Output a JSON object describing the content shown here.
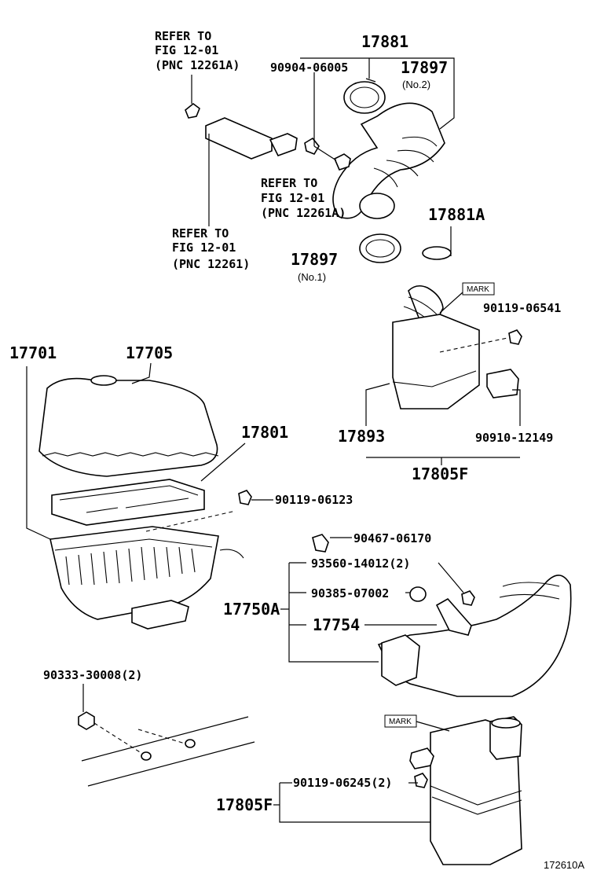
{
  "refer_upper_left": {
    "line1": "REFER TO",
    "line2": "FIG 12-01",
    "line3": "(PNC 12261A)"
  },
  "refer_mid": {
    "line1": "REFER TO",
    "line2": "FIG 12-01",
    "line3": "(PNC 12261A)"
  },
  "refer_lower_left": {
    "line1": "REFER TO",
    "line2": "FIG 12-01",
    "line3": "(PNC 12261)"
  },
  "labels": {
    "p17881": "17881",
    "p90904": "90904-06005",
    "p17897_top": "17897",
    "no2": "(No.2)",
    "p17881A": "17881A",
    "p17897_bottom": "17897",
    "no1": "(No.1)",
    "mark_top": "MARK",
    "p90119_06541": "90119-06541",
    "p17701": "17701",
    "p17705": "17705",
    "p17801": "17801",
    "p17893": "17893",
    "p90910": "90910-12149",
    "p17805F_top": "17805F",
    "p90119_06123": "90119-06123",
    "p90467": "90467-06170",
    "p93560": "93560-14012(2)",
    "p90385": "90385-07002",
    "p17750A": "17750A",
    "p17754": "17754",
    "p90333": "90333-30008(2)",
    "mark_bottom": "MARK",
    "p90119_06245": "90119-06245(2)",
    "p17805F_bottom": "17805F",
    "figure_code": "172610A"
  },
  "icons": [
    "clip-icon",
    "bolt-icon",
    "grommet-icon"
  ]
}
